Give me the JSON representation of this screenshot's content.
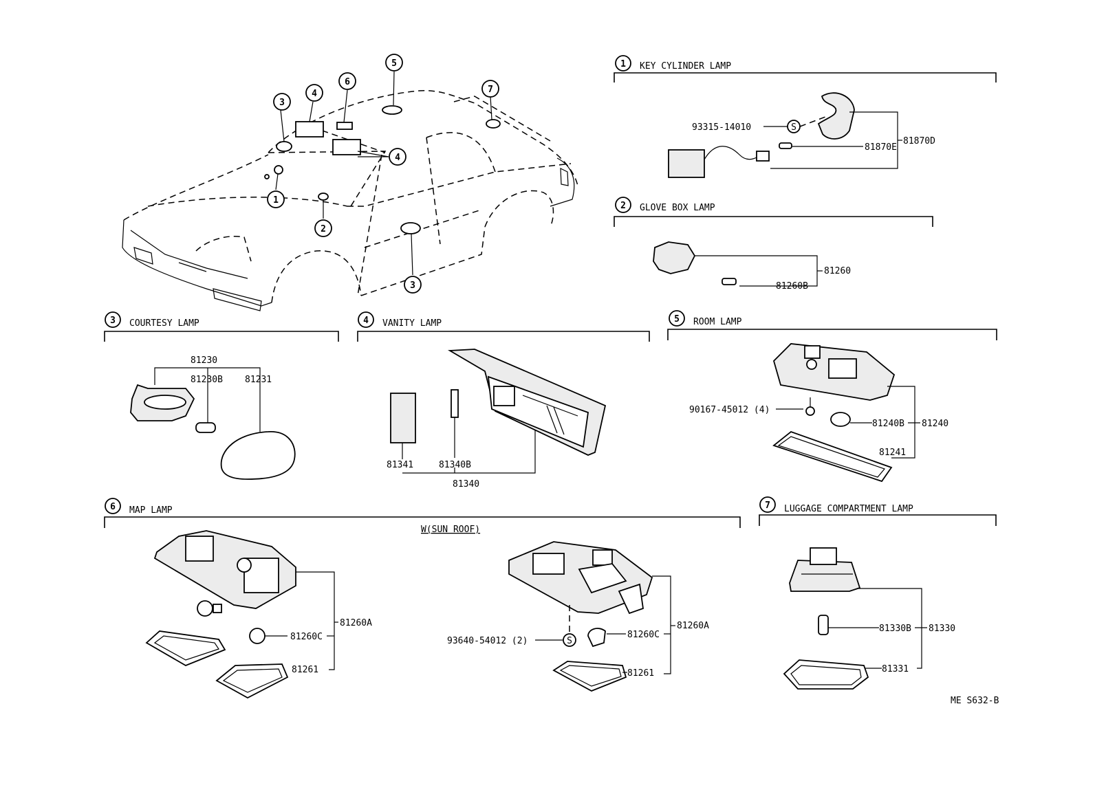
{
  "footer_code": "ME  S632-B",
  "sections": {
    "s1": {
      "num": "1",
      "title": "KEY CYLINDER LAMP"
    },
    "s2": {
      "num": "2",
      "title": "GLOVE BOX LAMP"
    },
    "s3": {
      "num": "3",
      "title": "COURTESY LAMP"
    },
    "s4": {
      "num": "4",
      "title": "VANITY LAMP"
    },
    "s5": {
      "num": "5",
      "title": "ROOM LAMP"
    },
    "s6": {
      "num": "6",
      "title": "MAP LAMP"
    },
    "s7": {
      "num": "7",
      "title": "LUGGAGE COMPARTMENT LAMP"
    }
  },
  "map_variant_label": "W(SUN ROOF)",
  "screw_symbol": "S",
  "car_callouts": [
    "1",
    "2",
    "3",
    "3",
    "4",
    "4",
    "5",
    "6",
    "7"
  ],
  "part_numbers": {
    "p93315_14010": "93315-14010",
    "p81870E": "81870E",
    "p81870D": "81870D",
    "p81260": "81260",
    "p81260B": "81260B",
    "p81230": "81230",
    "p81230B": "81230B",
    "p81231": "81231",
    "p81341": "81341",
    "p81340B": "81340B",
    "p81340": "81340",
    "p90167_45012": "90167-45012 (4)",
    "p81240B": "81240B",
    "p81240": "81240",
    "p81241": "81241",
    "p81260C_a": "81260C",
    "p81260A_a": "81260A",
    "p81261_a": "81261",
    "p93640_54012": "93640-54012 (2)",
    "p81260C_b": "81260C",
    "p81260A_b": "81260A",
    "p81261_b": "81261",
    "p81330B": "81330B",
    "p81330": "81330",
    "p81331": "81331"
  }
}
